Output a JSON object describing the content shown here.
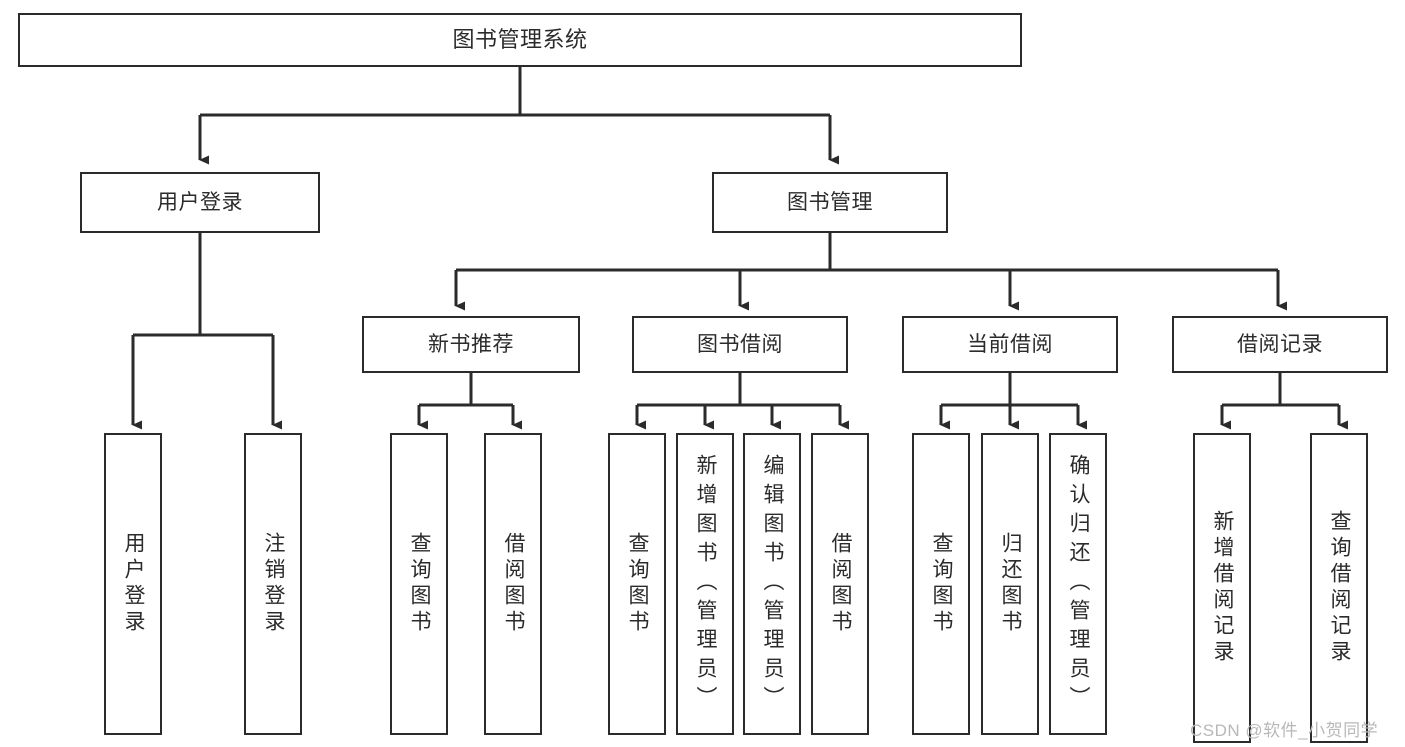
{
  "diagram": {
    "type": "tree-hierarchy-diagram",
    "title": "图书管理系统",
    "colors": {
      "box_border": "#2b2b2b",
      "box_fill": "#ffffff",
      "connector": "#2b2b2b",
      "text": "#2b2b2b",
      "watermark": "#b8b8b8",
      "background": "#ffffff"
    },
    "levels": {
      "root": "图书管理系统",
      "level1": [
        "用户登录",
        "图书管理"
      ],
      "level2": [
        "新书推荐",
        "图书借阅",
        "当前借阅",
        "借阅记录"
      ]
    },
    "nodes": {
      "root": "图书管理系统",
      "user_login": "用户登录",
      "book_manage": "图书管理",
      "new_book_rec": "新书推荐",
      "book_borrow": "图书借阅",
      "current_borrow": "当前借阅",
      "borrow_record": "借阅记录",
      "leaf_user_login": "用户登录",
      "leaf_logout": "注销登录",
      "leaf_query_book_1": "查询图书",
      "leaf_borrow_book_1": "借阅图书",
      "leaf_query_book_2": "查询图书",
      "leaf_add_book": "新增图书（管理员）",
      "leaf_edit_book": "编辑图书（管理员）",
      "leaf_borrow_book_2": "借阅图书",
      "leaf_query_book_3": "查询图书",
      "leaf_return_book": "归还图书",
      "leaf_confirm_return": "确认归还（管理员）",
      "leaf_add_record": "新增借阅记录",
      "leaf_query_record": "查询借阅记录"
    },
    "watermark": "CSDN @软件_小贺同学"
  }
}
